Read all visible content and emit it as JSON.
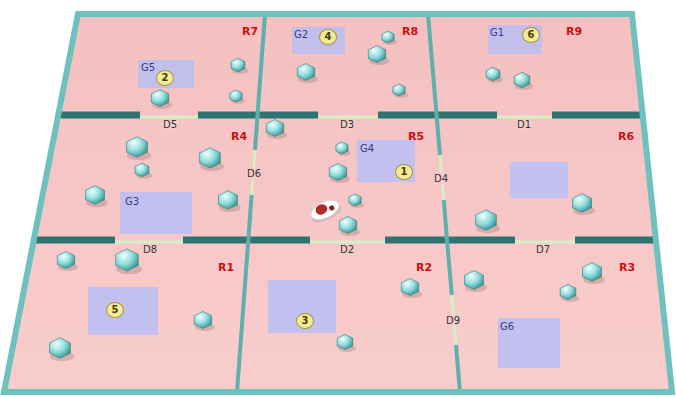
{
  "diagram": {
    "nodes": [
      {
        "text": [
          "R7"
        ]
      },
      {
        "text": [
          "G5",
          "2"
        ],
        "in": 0
      },
      {
        "text": [
          "R8"
        ]
      },
      {
        "text": [
          "G2",
          "4"
        ],
        "in": 2
      },
      {
        "text": [
          "R9"
        ]
      },
      {
        "text": [
          "G1",
          "6"
        ],
        "in": 4
      },
      {
        "text": [
          "R4"
        ]
      },
      {
        "text": [
          "G3"
        ],
        "in": 6
      },
      {
        "text": [
          "R5"
        ]
      },
      {
        "text": [
          "G4",
          "1"
        ],
        "in": 8
      },
      {
        "text": [
          "R6"
        ]
      },
      {
        "text": [
          "R1"
        ]
      },
      {
        "text": [
          "5"
        ],
        "in": 11
      },
      {
        "text": [
          "R2"
        ]
      },
      {
        "text": [
          "3"
        ],
        "in": 13
      },
      {
        "text": [
          "R3"
        ]
      },
      {
        "text": [
          "G6"
        ],
        "in": 15
      }
    ],
    "labels": [
      "D5",
      "D3",
      "D1",
      "D6",
      "D4",
      "D8",
      "D2",
      "D7",
      "D9"
    ]
  }
}
